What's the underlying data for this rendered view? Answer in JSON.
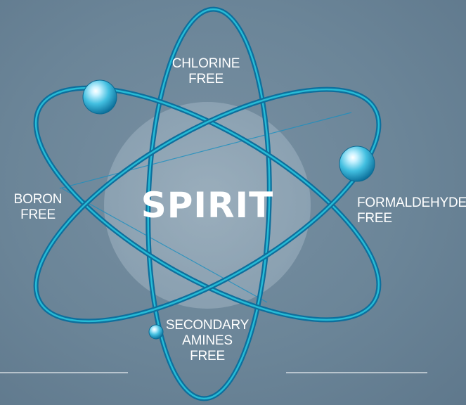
{
  "center": {
    "text": "SPIRIT"
  },
  "labels": {
    "chlorine": {
      "line1": "CHLORINE",
      "line2": "FREE"
    },
    "boron": {
      "line1": "BORON",
      "line2": "FREE"
    },
    "formaldehyde": {
      "line1": "FORMALDEHYDE",
      "line2": "FREE"
    },
    "secondary_amines": {
      "line1": "SECONDARY",
      "line2": "AMINES",
      "line3": "FREE"
    }
  },
  "colors": {
    "background": "#6b8598",
    "orbit": "#1aa6cc",
    "orbit_dark": "#0e6f9c",
    "nucleus": "#a9bcc9",
    "text": "#ffffff"
  }
}
